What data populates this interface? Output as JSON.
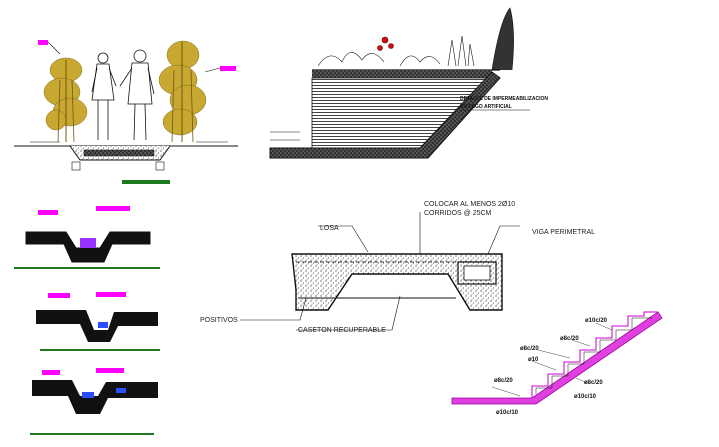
{
  "labels": {
    "lake_title_line1": "DETALLE DE IMPERMEABILIZACION",
    "lake_title_line2": "EN LAGO ARTIFICIAL",
    "colocar_line1": "COLOCAR AL MENOS 2Ø10",
    "colocar_line2": "CORRIDOS @ 25CM",
    "losa": "LOSA",
    "viga_perimetral": "VIGA PERIMETRAL",
    "positivos": "POSITIVOS",
    "caseton": "CASETON RECUPERABLE"
  },
  "stair_labels": [
    "ø10c/20",
    "ø8c/20",
    "ø8c/20",
    "ø10",
    "ø8c/20",
    "ø8c/20",
    "ø10c/10",
    "ø10c/10"
  ],
  "colors": {
    "magenta": "#ff00ff",
    "green": "#1f7a1f",
    "black": "#111111",
    "plant": "#c8a830",
    "stair": "#e040e0"
  }
}
